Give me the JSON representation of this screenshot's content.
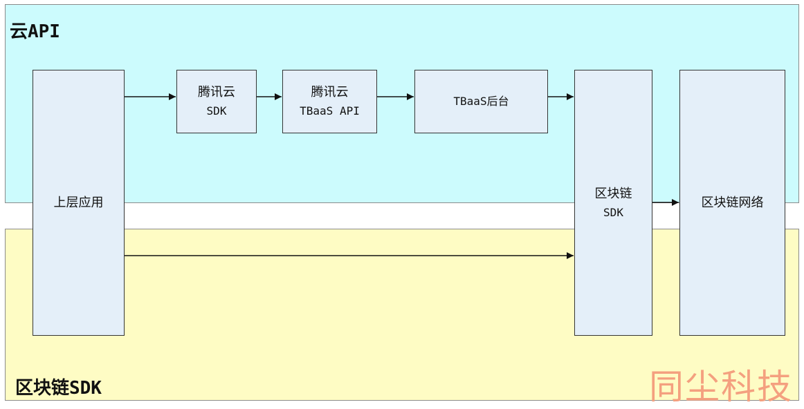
{
  "regions": {
    "cloud_api": {
      "label": "云API",
      "color": "#ccfbfd"
    },
    "blockchain_sdk": {
      "label": "区块链SDK",
      "color": "#fefcc4"
    }
  },
  "boxes": {
    "upper_app": {
      "label": "上层应用"
    },
    "tencent_cloud_sdk": {
      "line1": "腾讯云",
      "line2": "SDK"
    },
    "tbaas_api": {
      "line1": "腾讯云",
      "line2": "TBaaS API"
    },
    "tbaas_backend": {
      "label": "TBaaS后台"
    },
    "blockchain_sdk": {
      "line1": "区块链",
      "line2": "SDK"
    },
    "blockchain_network": {
      "label": "区块链网络"
    }
  },
  "edges": [
    {
      "from": "upper_app",
      "to": "tencent_cloud_sdk"
    },
    {
      "from": "tencent_cloud_sdk",
      "to": "tbaas_api"
    },
    {
      "from": "tbaas_api",
      "to": "tbaas_backend"
    },
    {
      "from": "tbaas_backend",
      "to": "blockchain_sdk"
    },
    {
      "from": "blockchain_sdk",
      "to": "blockchain_network"
    },
    {
      "from": "upper_app",
      "to": "blockchain_sdk"
    }
  ],
  "watermark": "同尘科技",
  "colors": {
    "box_fill": "#e4eff9",
    "border": "#333333",
    "watermark": "#f4a07f"
  }
}
